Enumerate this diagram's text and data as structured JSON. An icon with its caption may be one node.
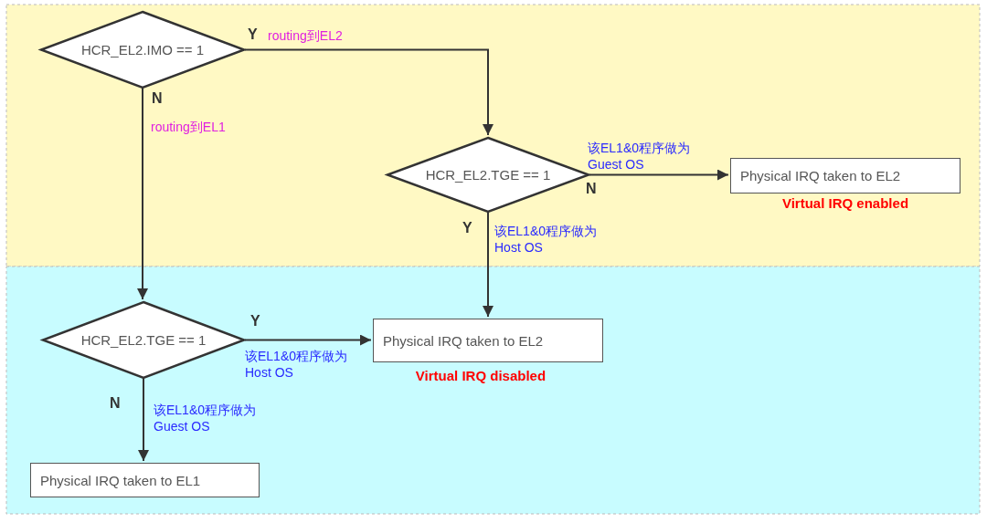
{
  "diagram": {
    "nodes": [
      {
        "text": [
          "HCR_EL2.IMO == 1"
        ]
      },
      {
        "text": [
          "HCR_EL2.TGE == 1"
        ]
      },
      {
        "text": [
          "Physical IRQ taken to EL2"
        ],
        "beside": [
          "Virtual IRQ enabled"
        ]
      },
      {
        "text": [
          "HCR_EL2.TGE == 1"
        ]
      },
      {
        "text": [
          "Physical IRQ taken to EL2"
        ],
        "beside": [
          "Virtual IRQ disabled"
        ]
      },
      {
        "text": [
          "Physical IRQ taken to EL1"
        ]
      }
    ],
    "edges": [
      {
        "from": 0,
        "to": 1,
        "arrow": "to",
        "label": "routing到EL2"
      },
      {
        "from": 0,
        "to": 3,
        "arrow": "to",
        "label": "routing到EL1"
      },
      {
        "from": 1,
        "to": 2,
        "arrow": "to",
        "label": "该EL1&0程序做为 Guest OS"
      },
      {
        "from": 1,
        "to": 4,
        "arrow": "to",
        "label": "该EL1&0程序做为 Host OS"
      },
      {
        "from": 3,
        "to": 4,
        "arrow": "to",
        "label": "该EL1&0程序做为 Host OS"
      },
      {
        "from": 3,
        "to": 5,
        "arrow": "to",
        "label": "该EL1&0程序做为 Guest OS"
      }
    ],
    "labels": [
      "Y",
      "N",
      "N",
      "Y",
      "Y",
      "N"
    ]
  }
}
